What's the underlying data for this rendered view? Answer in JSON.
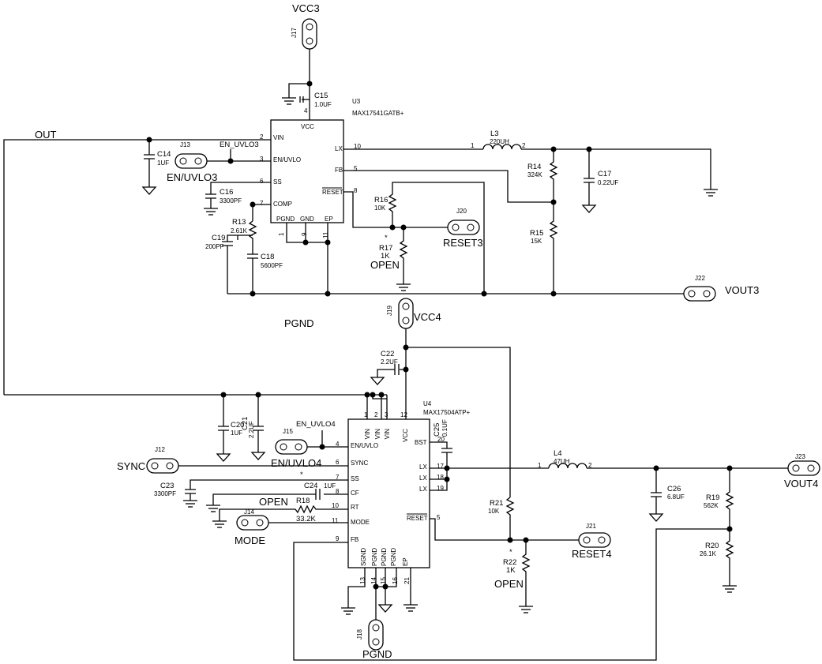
{
  "nets": {
    "vcc3": "VCC3",
    "out": "OUT",
    "pgnd_mid": "PGND",
    "vcc4": "VCC4",
    "en_uvlo3_net": "EN_UVLO3",
    "en_uvlo3_lbl": "EN/UVLO3",
    "en_uvlo4_net": "EN_UVLO4",
    "en_uvlo4_lbl": "EN/UVLO4",
    "sync": "SYNC",
    "mode": "MODE",
    "reset3": "RESET3",
    "reset4": "RESET4",
    "vout3": "VOUT3",
    "vout4": "VOUT4",
    "pgnd_bottom": "PGND"
  },
  "jumpers": {
    "j12": "J12",
    "j13": "J13",
    "j14": "J14",
    "j15": "J15",
    "j17": "J17",
    "j18": "J18",
    "j19": "J19",
    "j20": "J20",
    "j21": "J21",
    "j22": "J22",
    "j23": "J23"
  },
  "u3": {
    "ref": "U3",
    "part": "MAX17541GATB+",
    "pins": {
      "vcc": "VCC",
      "vin": "VIN",
      "en": "EN/UVLO",
      "ss": "SS",
      "comp": "COMP",
      "lx": "LX",
      "fb": "FB",
      "reset": "RESET",
      "pgnd": "PGND",
      "gnd": "GND",
      "ep": "EP"
    },
    "pin_numbers": {
      "vcc": "4",
      "vin": "2",
      "en": "3",
      "ss": "6",
      "comp": "7",
      "lx": "10",
      "fb": "5",
      "reset": "8",
      "pgnd": "1",
      "gnd": "9",
      "ep": "11"
    }
  },
  "u4": {
    "ref": "U4",
    "part": "MAX17504ATP+",
    "pins": {
      "vin": "VIN",
      "vcc": "VCC",
      "en": "EN/UVLO",
      "sync": "SYNC",
      "ss": "SS",
      "cf": "CF",
      "rt": "RT",
      "mode": "MODE",
      "fb": "FB",
      "bst": "BST",
      "lx": "LX",
      "reset": "RESET",
      "sgnd": "SGND",
      "pgnd": "PGND",
      "ep": "EP"
    },
    "pin_numbers": {
      "vin1": "1",
      "vin2": "2",
      "vin3": "3",
      "vcc": "12",
      "en": "4",
      "sync": "6",
      "ss": "7",
      "cf": "8",
      "rt": "10",
      "mode": "11",
      "fb": "9",
      "bst": "20",
      "lx1": "17",
      "lx2": "18",
      "lx3": "19",
      "reset": "5",
      "sgnd": "13",
      "pgnd1": "14",
      "pgnd2": "15",
      "pgnd3": "16",
      "ep": "21"
    }
  },
  "components": {
    "c14": {
      "ref": "C14",
      "value": "1UF"
    },
    "c15": {
      "ref": "C15",
      "value": "1.0UF"
    },
    "c16": {
      "ref": "C16",
      "value": "3300PF"
    },
    "c17": {
      "ref": "C17",
      "value": "0.22UF"
    },
    "c18": {
      "ref": "C18",
      "value": "5600PF"
    },
    "c19": {
      "ref": "C19",
      "value": "200PF"
    },
    "c20": {
      "ref": "C20",
      "value": "1UF"
    },
    "c21": {
      "ref": "C21",
      "value": "2.2UF"
    },
    "c22": {
      "ref": "C22",
      "value": "2.2UF"
    },
    "c23": {
      "ref": "C23",
      "value": "3300PF"
    },
    "c24": {
      "ref": "C24",
      "value": "1UF"
    },
    "c25": {
      "ref": "C25",
      "value": "0.1UF"
    },
    "c26": {
      "ref": "C26",
      "value": "6.8UF"
    },
    "l3": {
      "ref": "L3",
      "value": "220UH",
      "pin1": "1",
      "pin2": "2"
    },
    "l4": {
      "ref": "L4",
      "value": "47UH",
      "pin1": "1",
      "pin2": "2"
    },
    "r13": {
      "ref": "R13",
      "value": "2.61K"
    },
    "r14": {
      "ref": "R14",
      "value": "324K"
    },
    "r15": {
      "ref": "R15",
      "value": "15K"
    },
    "r16": {
      "ref": "R16",
      "value": "10K"
    },
    "r17": {
      "ref": "R17",
      "value": "1K",
      "note": "OPEN",
      "star": "*"
    },
    "r18": {
      "ref": "R18",
      "value": "33.2K",
      "note": "OPEN"
    },
    "r19": {
      "ref": "R19",
      "value": "562K"
    },
    "r20": {
      "ref": "R20",
      "value": "26.1K"
    },
    "r21": {
      "ref": "R21",
      "value": "10K"
    },
    "r22": {
      "ref": "R22",
      "value": "1K",
      "note": "OPEN",
      "star": "*"
    },
    "ss_star": "*"
  }
}
